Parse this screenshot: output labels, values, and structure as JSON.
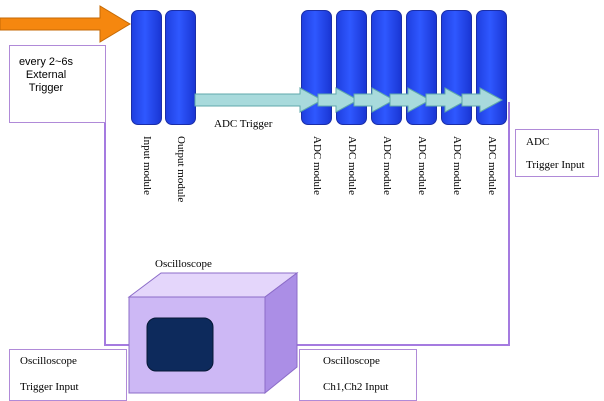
{
  "external_trigger": {
    "line1": "every 2~6s",
    "line2": "External",
    "line3": "Trigger"
  },
  "modules": {
    "input_label": "Input module",
    "output_label": "Output module",
    "adc_labels": [
      "ADC module",
      "ADC module",
      "ADC module",
      "ADC module",
      "ADC module",
      "ADC module"
    ]
  },
  "adc_trigger_label": "ADC Trigger",
  "adc_trigger_input": {
    "line1": "ADC",
    "line2": "Trigger Input"
  },
  "oscilloscope": {
    "title": "Oscilloscope",
    "trigger_input": {
      "line1": "Oscilloscope",
      "line2": "Trigger Input"
    },
    "ch_input": {
      "line1": "Oscilloscope",
      "line2": "Ch1,Ch2 Input"
    }
  },
  "colors": {
    "module_blue": "#2f58ff",
    "orange_arrow": "#f5870f",
    "teal_arrow": "#a8dadc",
    "wire_purple": "#a57be0",
    "scope_body": "#cdb8f5",
    "scope_screen": "#0d2a5c"
  }
}
